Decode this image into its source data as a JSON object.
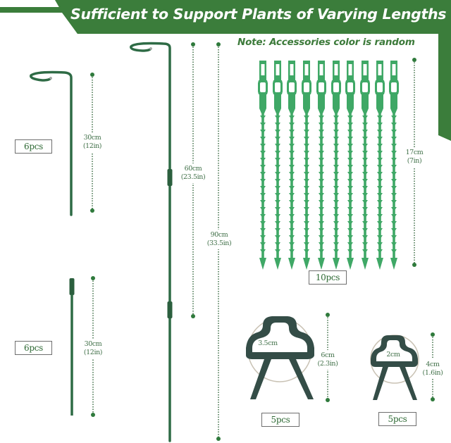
{
  "header": {
    "title": "Sufficient to Support Plants of Varying Lengths",
    "note": "Note: Accessories color is random",
    "banner_color": "#3b7d3b"
  },
  "colors": {
    "stake_green": "#2e6b45",
    "tie_green": "#3fa866",
    "clip_dark": "#344d47",
    "dim_green": "#3f6f47"
  },
  "items": {
    "small_hook_stake": {
      "quantity": "6pcs",
      "dim_cm": "30cm",
      "dim_in": "(12in)"
    },
    "tall_stake": {
      "dim_short_cm": "60cm",
      "dim_short_in": "(23.5in)",
      "dim_long_cm": "90cm",
      "dim_long_in": "(33.5in)"
    },
    "extension_stake": {
      "quantity": "6pcs",
      "dim_cm": "30cm",
      "dim_in": "(12in)"
    },
    "plant_ties": {
      "count_shown": 10,
      "quantity": "10pcs",
      "dim_cm": "17cm",
      "dim_in": "(7in)"
    },
    "large_clip": {
      "inner_label": "3.5cm",
      "quantity": "5pcs",
      "dim_cm": "6cm",
      "dim_in": "(2.3in)"
    },
    "small_clip": {
      "inner_label": "2cm",
      "quantity": "5pcs",
      "dim_cm": "4cm",
      "dim_in": "(1.6in)"
    }
  }
}
